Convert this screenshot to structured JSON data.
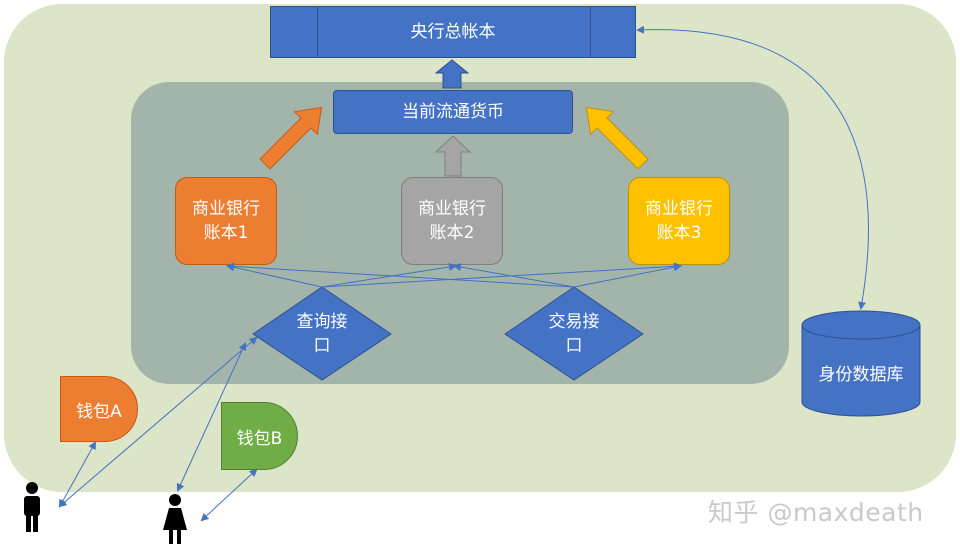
{
  "central_ledger": "央行总帐本",
  "current_currency": "当前流通货币",
  "banks": [
    {
      "line1": "商业银行",
      "line2": "账本1",
      "color": "#ed7d31"
    },
    {
      "line1": "商业银行",
      "line2": "账本2",
      "color": "#a5a5a5"
    },
    {
      "line1": "商业银行",
      "line2": "账本3",
      "color": "#ffc000"
    }
  ],
  "interfaces": {
    "query": {
      "line1": "查询接",
      "line2": "口"
    },
    "trade": {
      "line1": "交易接",
      "line2": "口"
    }
  },
  "wallets": {
    "a": "钱包A",
    "b": "钱包B"
  },
  "identity_db": "身份数据库",
  "watermark": "知乎 @maxdeath",
  "colors": {
    "blue": "#4472c4",
    "orange": "#ed7d31",
    "gray": "#a5a5a5",
    "gold": "#ffc000",
    "green": "#70ad47",
    "outer_bg": "#dde5c8",
    "inner_bg": "#a3b5aa"
  }
}
